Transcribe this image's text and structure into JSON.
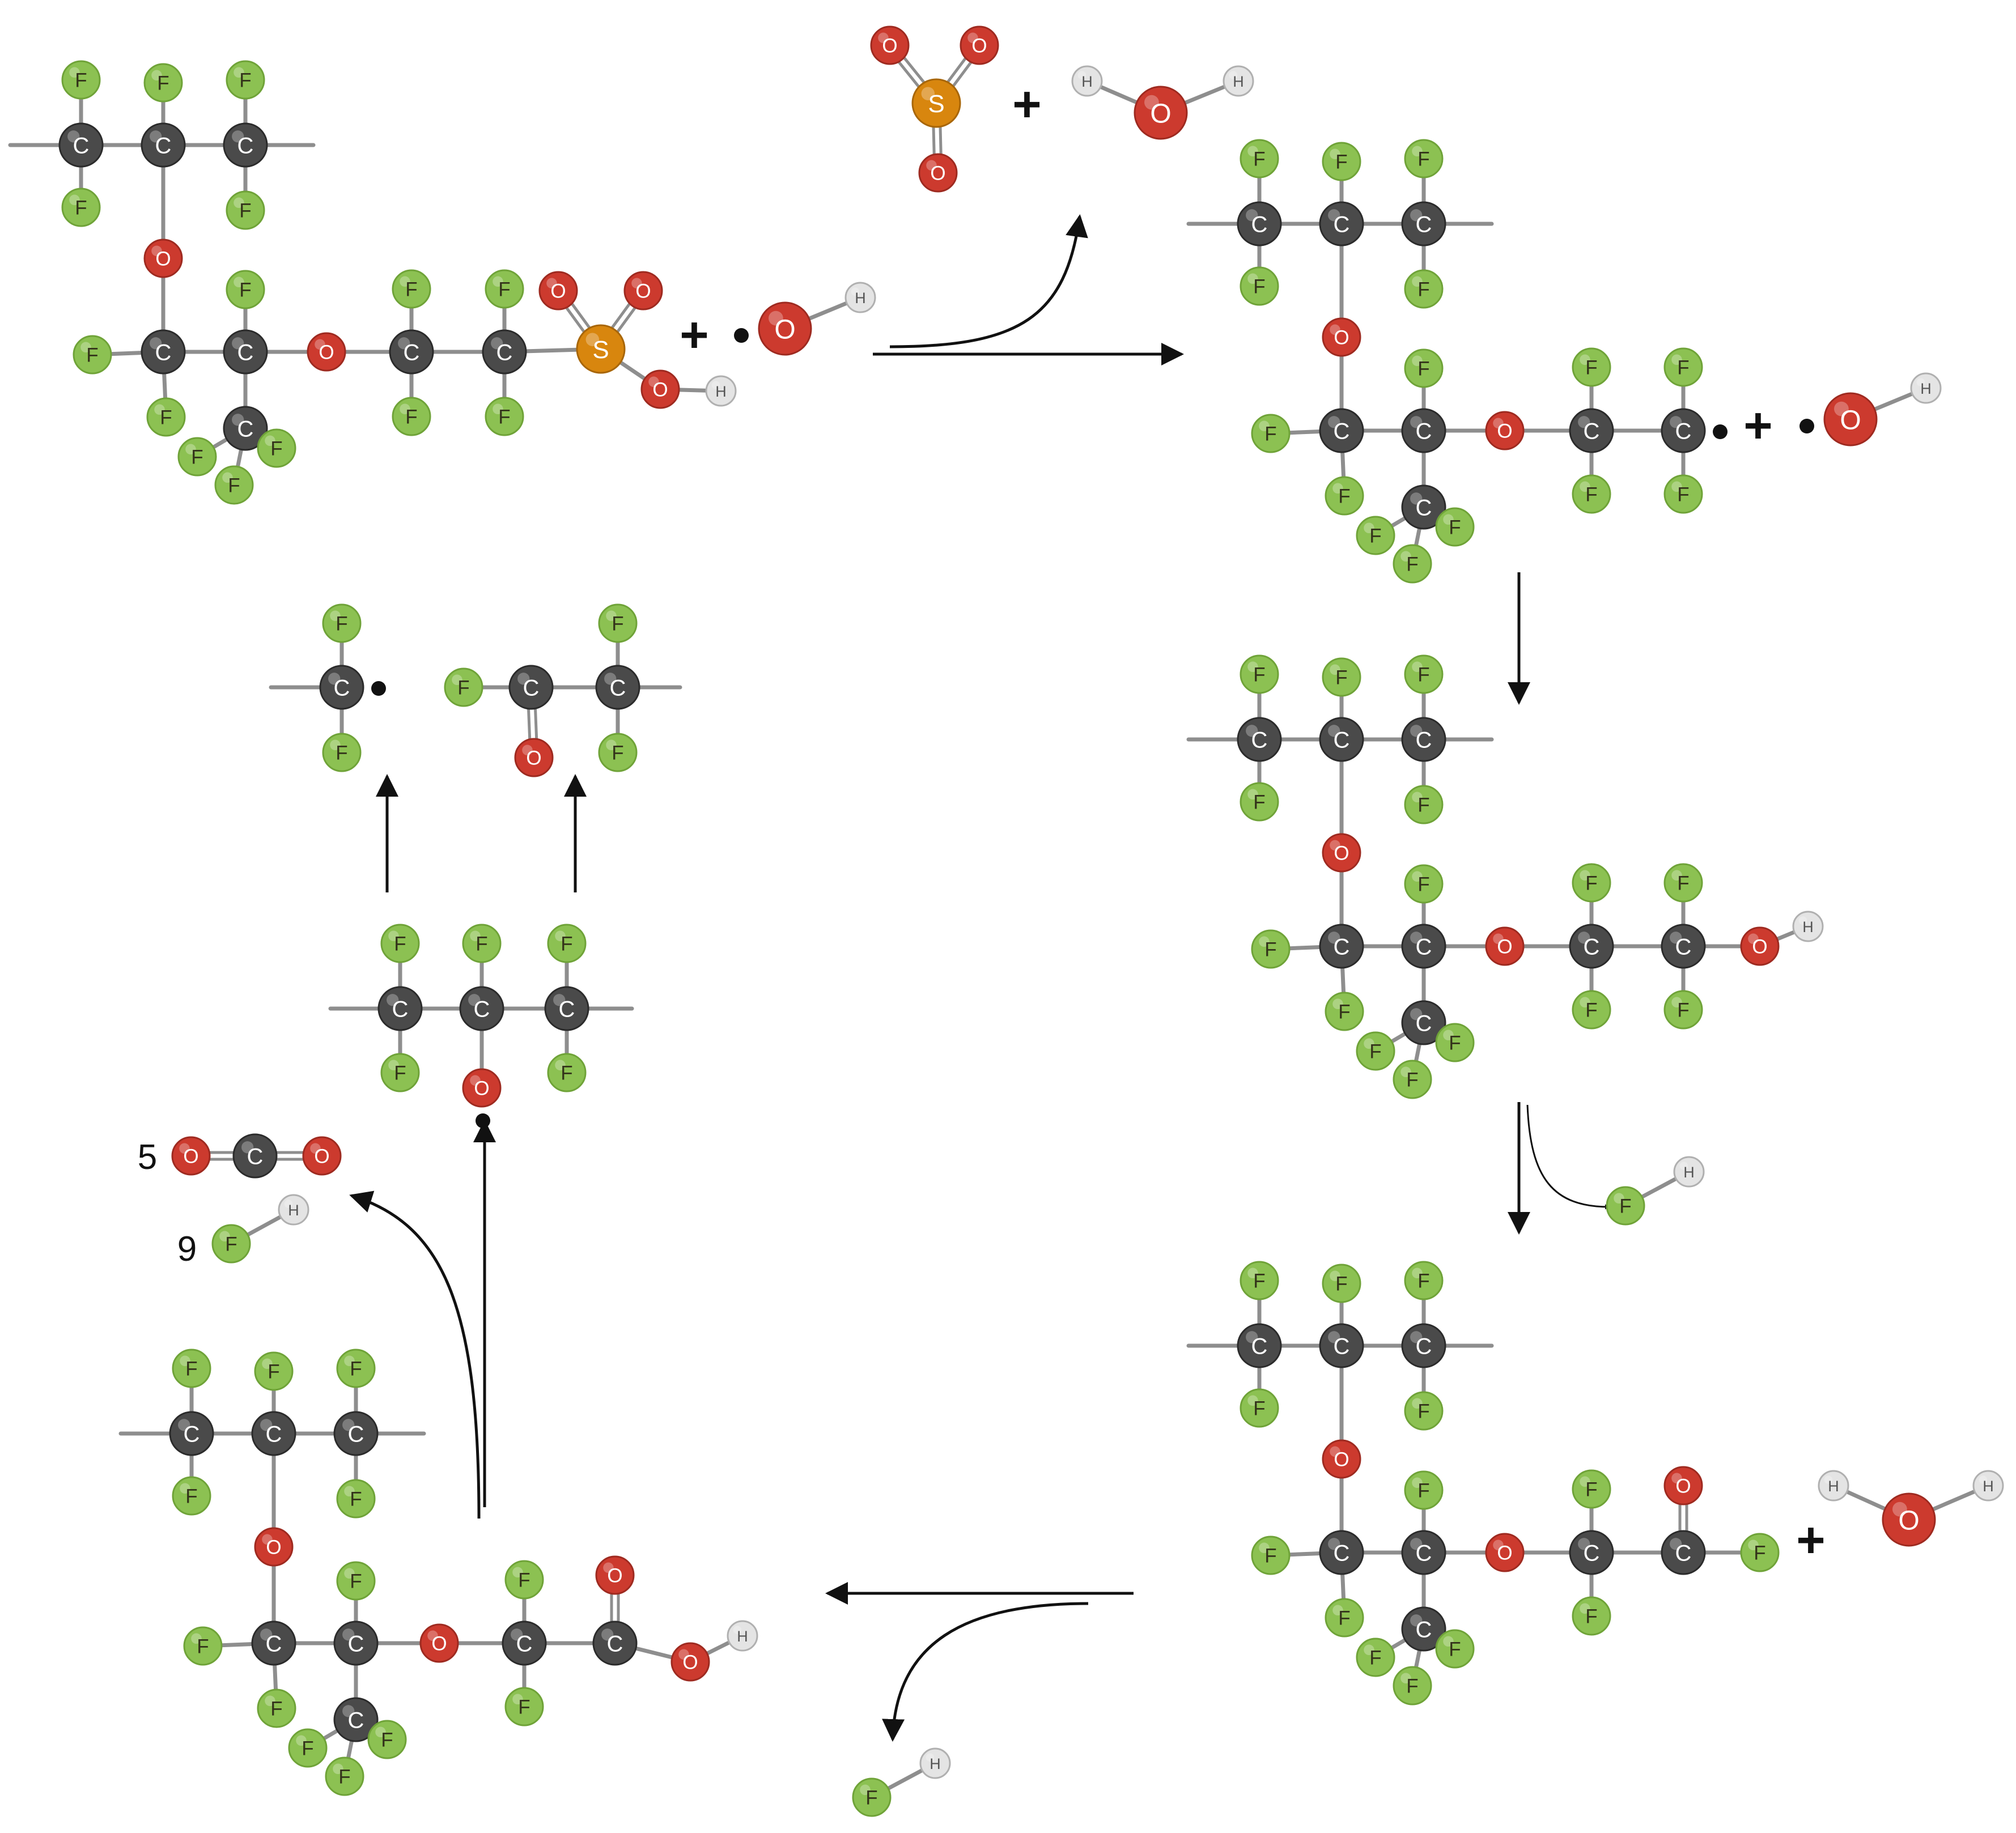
{
  "colors": {
    "C": {
      "fill": "#4a4a4a",
      "stroke": "#2b2b2b",
      "text": "#ffffff"
    },
    "F": {
      "fill": "#8cc152",
      "stroke": "#6fa338",
      "text": "#33331a"
    },
    "O": {
      "fill": "#cc3a2e",
      "stroke": "#9e2a20",
      "text": "#ffffff"
    },
    "S": {
      "fill": "#d8860e",
      "stroke": "#a86608",
      "text": "#ffffff"
    },
    "H": {
      "fill": "#e4e4e4",
      "stroke": "#b0b0b0",
      "text": "#555555"
    },
    "bond": "#8e8e8e",
    "arrow": "#111111"
  },
  "atom_labels": {
    "C": "C",
    "F": "F",
    "O": "O",
    "S": "S",
    "H": "H"
  },
  "operators": {
    "plus": "+",
    "radical": "•"
  },
  "coefficients": {
    "co2": "5",
    "hf": "9"
  }
}
